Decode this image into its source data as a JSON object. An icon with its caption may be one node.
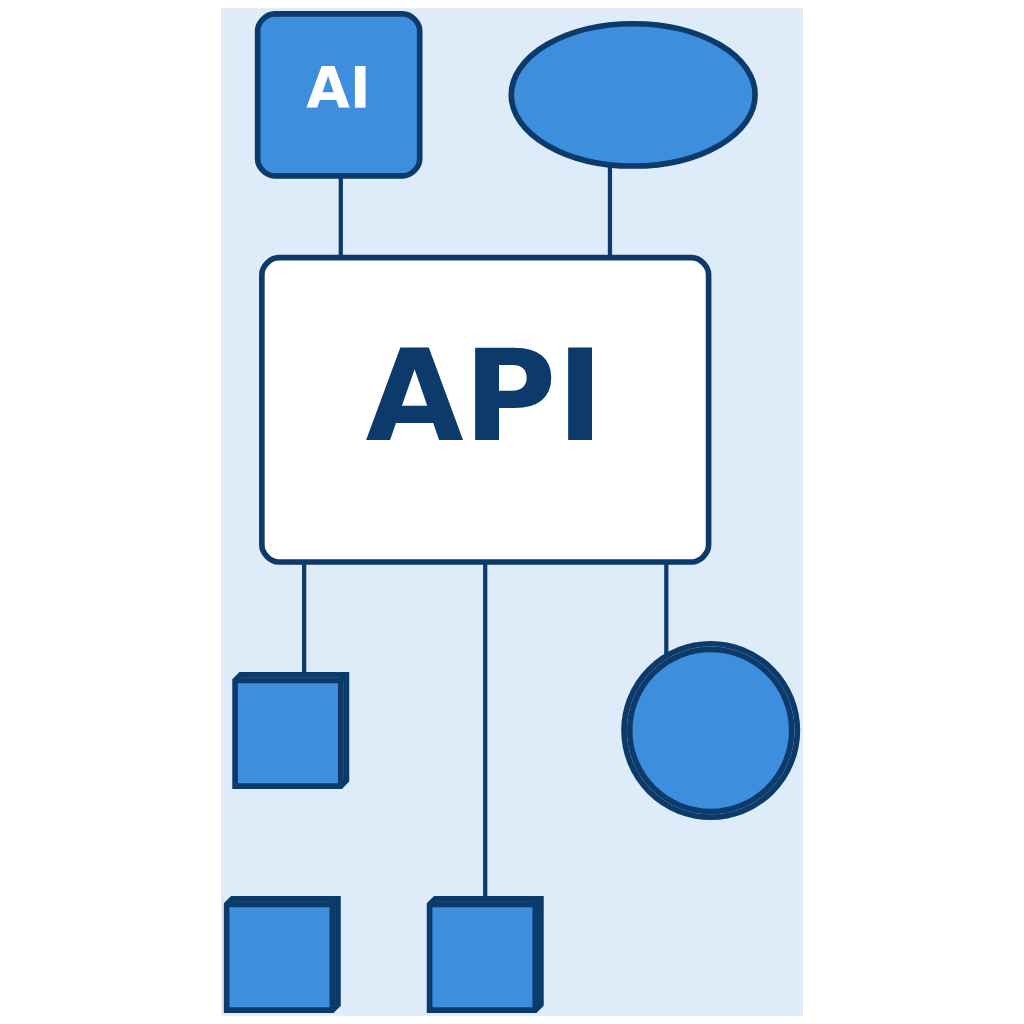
{
  "diagram": {
    "nodes": [
      {
        "text": [
          "AI"
        ]
      },
      {
        "text": [],
        "shape": "cloud"
      },
      {
        "text": [
          "API"
        ]
      },
      {
        "text": [],
        "shape": "cube"
      },
      {
        "text": [],
        "shape": "cube"
      },
      {
        "text": [],
        "shape": "cube"
      },
      {
        "text": [],
        "shape": "gear"
      }
    ],
    "edges": [
      {
        "from": 0,
        "to": 2,
        "arrow": "none"
      },
      {
        "from": 1,
        "to": 2,
        "arrow": "none"
      },
      {
        "from": 2,
        "to": 3,
        "arrow": "none"
      },
      {
        "from": 2,
        "to": 5,
        "arrow": "none"
      },
      {
        "from": 2,
        "to": 6,
        "arrow": "none"
      }
    ]
  }
}
